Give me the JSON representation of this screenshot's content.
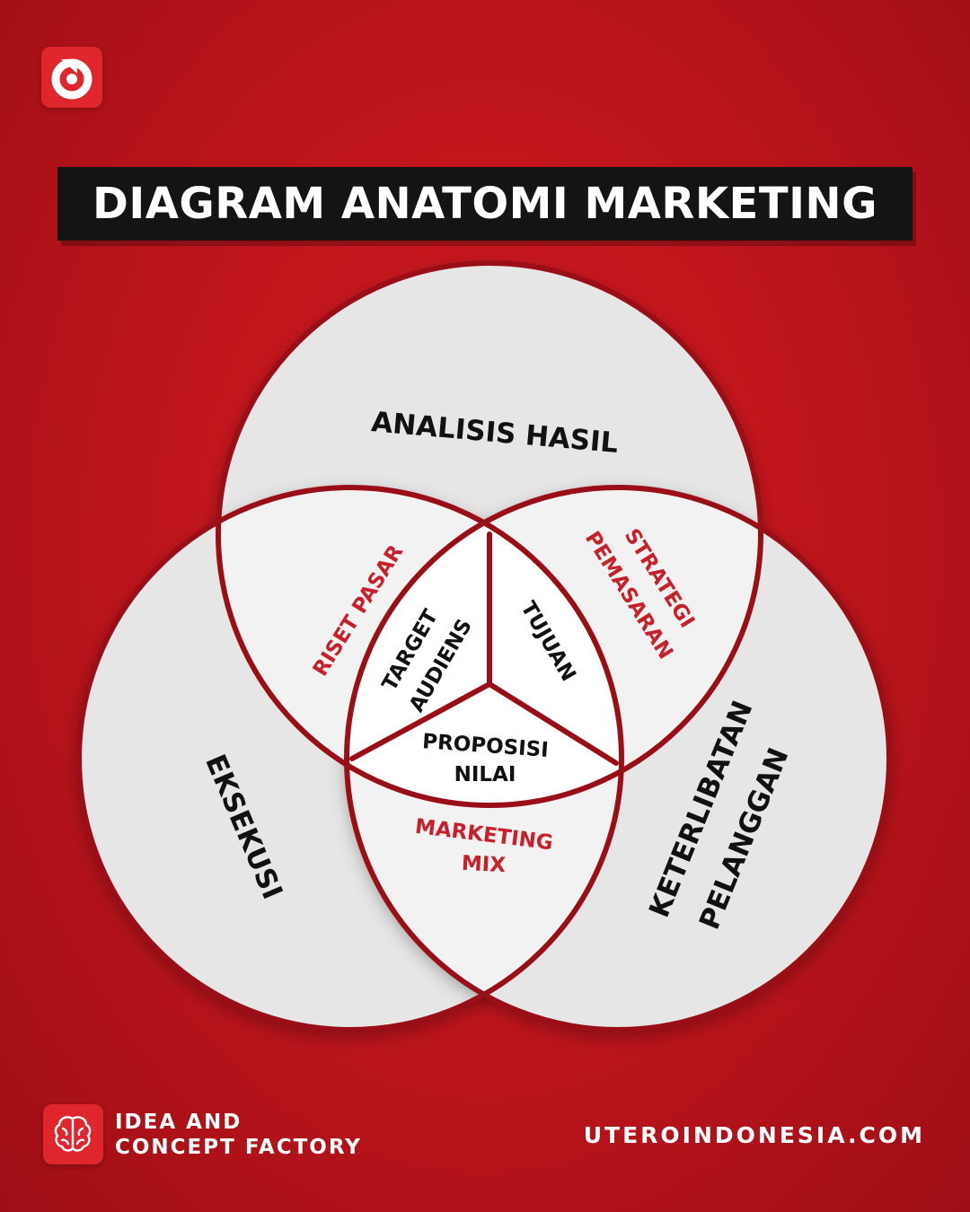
{
  "header": {
    "logo_icon": "utero-logo-icon",
    "title": "DIAGRAM ANATOMI MARKETING"
  },
  "diagram": {
    "circles": {
      "top": "ANALISIS HASIL",
      "left": "EKSEKUSI",
      "right_line1": "KETERLIBATAN",
      "right_line2": "PELANGGAN"
    },
    "overlaps": {
      "top_left": "RISET PASAR",
      "top_right_line1": "STRATEGI",
      "top_right_line2": "PEMASARAN",
      "bottom_line1": "MARKETING",
      "bottom_line2": "MIX"
    },
    "center": {
      "left_line1": "TARGET",
      "left_line2": "AUDIENS",
      "right": "TUJUAN",
      "bottom_line1": "PROPOSISI",
      "bottom_line2": "NILAI"
    },
    "colors": {
      "circle_fill": "#e6e6e6",
      "overlap_fill": "#f2f2f2",
      "center_fill": "#ffffff",
      "outline": "#9a0f17",
      "accent_text": "#c8202a",
      "dark_text": "#111111",
      "background": "#c0151c"
    }
  },
  "footer": {
    "brand_icon": "brain-icon",
    "brand_line1": "IDEA AND",
    "brand_line2": "CONCEPT FACTORY",
    "website": "UTEROINDONESIA.COM"
  }
}
